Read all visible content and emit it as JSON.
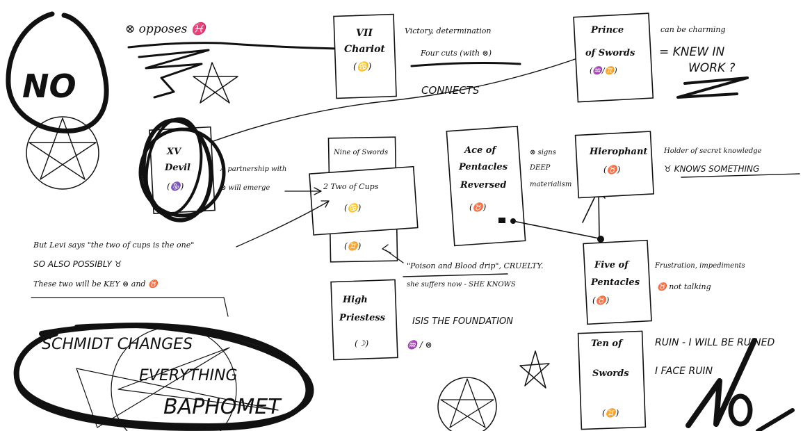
{
  "notes": {
    "opposes": "⊗ opposes ♓",
    "no_top_left": "NO",
    "connects": "CONNECTS",
    "chariot_note1": "Victory, determination",
    "chariot_note2": "Four cuts (with ⊗)",
    "knight_note1": "can be charming",
    "knight_note2": "= KNEW IN",
    "knight_note3": "WORK ?",
    "partnership1": "A partnership with",
    "partnership2": "⊗ will emerge",
    "but_levi": "But Levi says \"the two of cups is the one\"",
    "so_also": "SO ALSO POSSIBLY ♉",
    "these_two": "These two will be KEY ⊗ and ♉",
    "ace_note1": "⊗ signs",
    "ace_note2": "DEEP",
    "ace_note3": "materialism",
    "hiero_note1": "Holder of secret knowledge",
    "hiero_note2": "♉ KNOWS SOMETHING",
    "poison": "\"Poison and Blood drip\", CRUELTY.",
    "suffers": "she suffers now - SHE KNOWS",
    "frustration": "Frustration, impediments",
    "not_talking": "♉ not talking",
    "isis": "ISIS THE FOUNDATION",
    "isis_sub": "♒ / ⊗",
    "ruin1": "RUIN - I WILL BE RUINED",
    "ruin2": "I FACE RUIN",
    "no_bottom_right": "No",
    "schmidt": "SCHMIDT CHANGES",
    "everything": "EVERYTHING",
    "baphomet": "BAPHOMET"
  },
  "cards": {
    "chariot": [
      "VII",
      "Chariot",
      "(♋)"
    ],
    "knight_swords": [
      "Prince",
      "of Swords",
      "(♒/♊)"
    ],
    "devil": [
      "XV",
      "Devil",
      "(♑)"
    ],
    "nine_swords": [
      "Nine of Swords"
    ],
    "two_cups": [
      "2 Two of Cups",
      "(♋)"
    ],
    "nine_swords_sub": [
      "(♊)"
    ],
    "ace_pentacles": [
      "Ace of",
      "Pentacles",
      "Reversed",
      "(♉)"
    ],
    "hierophant": [
      "Hierophant",
      "(♉)"
    ],
    "five_pentacles": [
      "Five of",
      "Pentacles",
      "(♉)"
    ],
    "high_priestess": [
      "High",
      "Priestess",
      "(☽)"
    ],
    "ten_swords": [
      "Ten of",
      "Swords",
      "(♊)"
    ]
  }
}
